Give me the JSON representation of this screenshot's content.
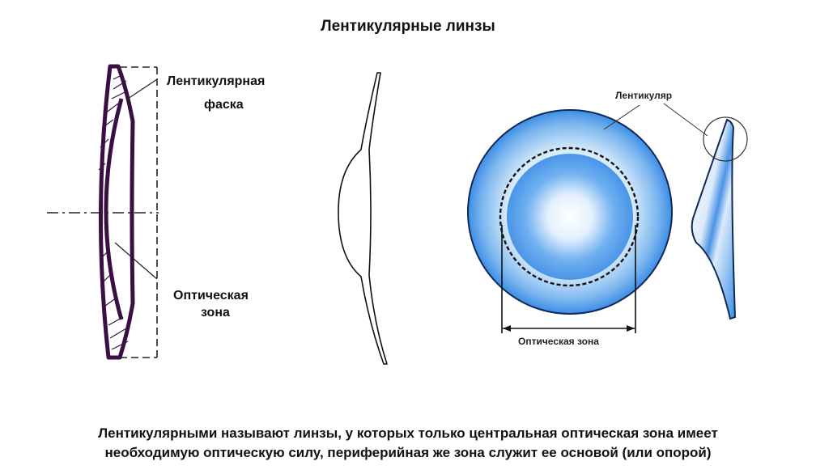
{
  "title": "Лентикулярные линзы",
  "left_labels": {
    "bevel_line1": "Лентикулярная",
    "bevel_line2": "фаска",
    "optic_line1": "Оптическая",
    "optic_line2": "зона"
  },
  "right_labels": {
    "lenticular": "Лентикуляр",
    "optic_zone": "Оптическая зона"
  },
  "caption": {
    "line1": "Лентикулярными называют линзы, у которых только центральная оптическая зона имеет",
    "line2": "необходимую оптическую силу, периферийная же зона служит ее основой (или опорой)"
  },
  "colors": {
    "lens_outline": "#3a1044",
    "lens_blue": "#3f8fe6",
    "lens_light": "#e6f2fd"
  }
}
